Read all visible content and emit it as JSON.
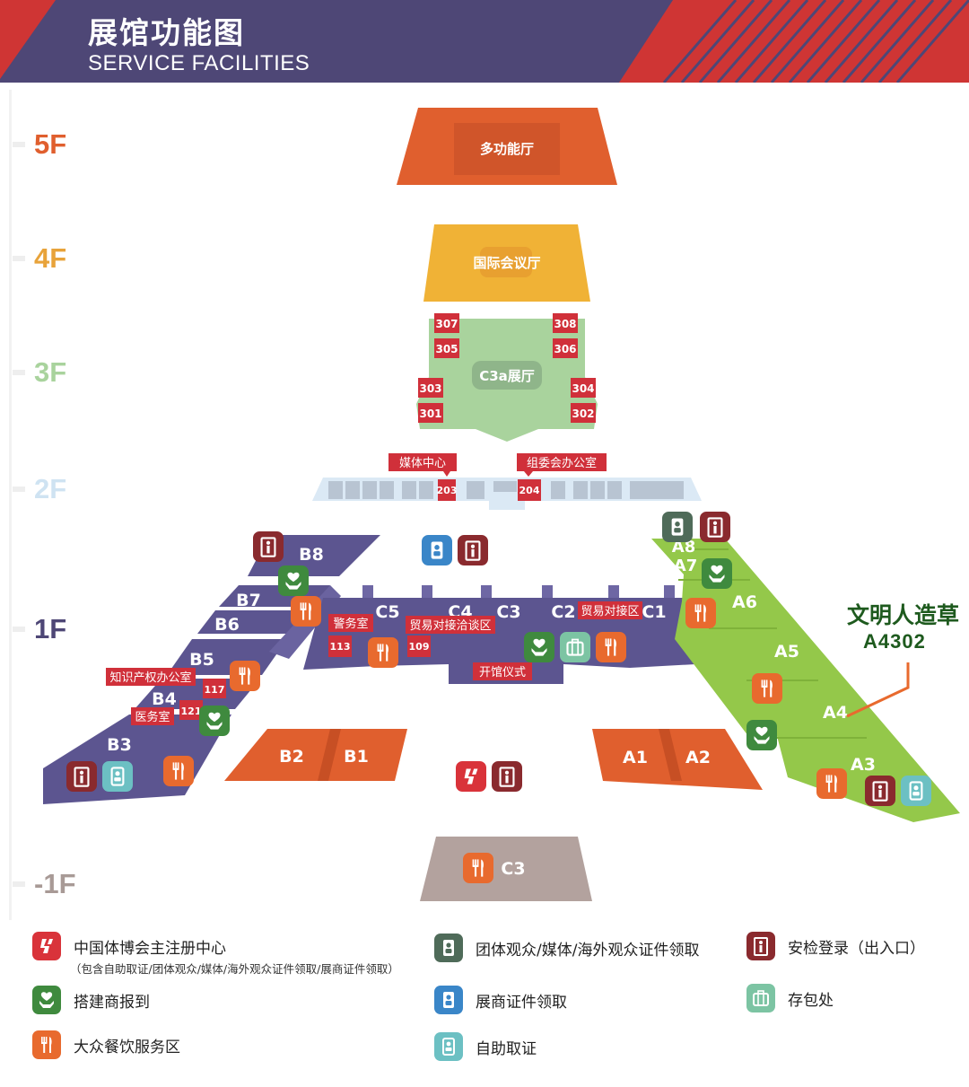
{
  "header": {
    "title_cn": "展馆功能图",
    "title_en": "SERVICE FACILITIES",
    "colors": {
      "band_purple": "#4e4776",
      "band_red": "#cf3534",
      "stripes": "#cf3534"
    }
  },
  "floors": [
    {
      "label": "5F",
      "color": "#e05f2e"
    },
    {
      "label": "4F",
      "color": "#e8a33a"
    },
    {
      "label": "3F",
      "color": "#a9d39d"
    },
    {
      "label": "2F",
      "color": "#cfe3f2"
    },
    {
      "label": "1F",
      "color": "#4e4776"
    },
    {
      "label": "-1F",
      "color": "#a89a96"
    }
  ],
  "rooms": {
    "f5_hall": "多功能厅",
    "f4_hall": "国际会议厅",
    "f3_hall": "C3a展厅",
    "f3_rooms": [
      "307",
      "308",
      "305",
      "306",
      "303",
      "304",
      "301",
      "302"
    ],
    "f2_media_center": "媒体中心",
    "f2_committee_office": "组委会办公室",
    "f2_room_203": "203",
    "f2_room_204": "204",
    "b_halls": [
      "B8",
      "B7",
      "B6",
      "B5",
      "B4",
      "B3"
    ],
    "c_halls": [
      "C5",
      "C4",
      "C3",
      "C2",
      "C1"
    ],
    "a_halls": [
      "A8",
      "A7",
      "A6",
      "A5",
      "A4",
      "A3"
    ],
    "b_pads": [
      "B2",
      "B1"
    ],
    "a_pads": [
      "A1",
      "A2"
    ],
    "police_room": "警务室",
    "room_113": "113",
    "trade_negotiation": "贸易对接洽谈区",
    "room_109": "109",
    "trade_reception": "贸易对接区",
    "opening_ceremony": "开馆仪式",
    "ip_office": "知识产权办公室",
    "room_117": "117",
    "medical_room": "医务室",
    "room_121": "121",
    "basement_hall": "C3"
  },
  "annotation": {
    "line1": "文明人造草",
    "line2": "A4302",
    "color": "#1e5a1e"
  },
  "legend": [
    {
      "icon": "registration-icon",
      "color": "#d9333a",
      "text": "中国体博会主注册中心",
      "sub": "（包含自助取证/团体观众/媒体/海外观众证件领取/展商证件领取）"
    },
    {
      "icon": "group-badge-icon",
      "color": "#4f6b59",
      "text": "团体观众/媒体/海外观众证件领取"
    },
    {
      "icon": "security-gate-icon",
      "color": "#8a2a2e",
      "text": "安检登录（出入口）"
    },
    {
      "icon": "builder-checkin-icon",
      "color": "#3f8a3e",
      "text": "搭建商报到"
    },
    {
      "icon": "exhibitor-badge-icon",
      "color": "#3a86c8",
      "text": "展商证件领取"
    },
    {
      "icon": "luggage-icon",
      "color": "#7cc4a3",
      "text": "存包处"
    },
    {
      "icon": "dining-icon",
      "color": "#e86a2e",
      "text": "大众餐饮服务区"
    },
    {
      "icon": "self-service-icon",
      "color": "#6cc0c3",
      "text": "自助取证"
    }
  ]
}
